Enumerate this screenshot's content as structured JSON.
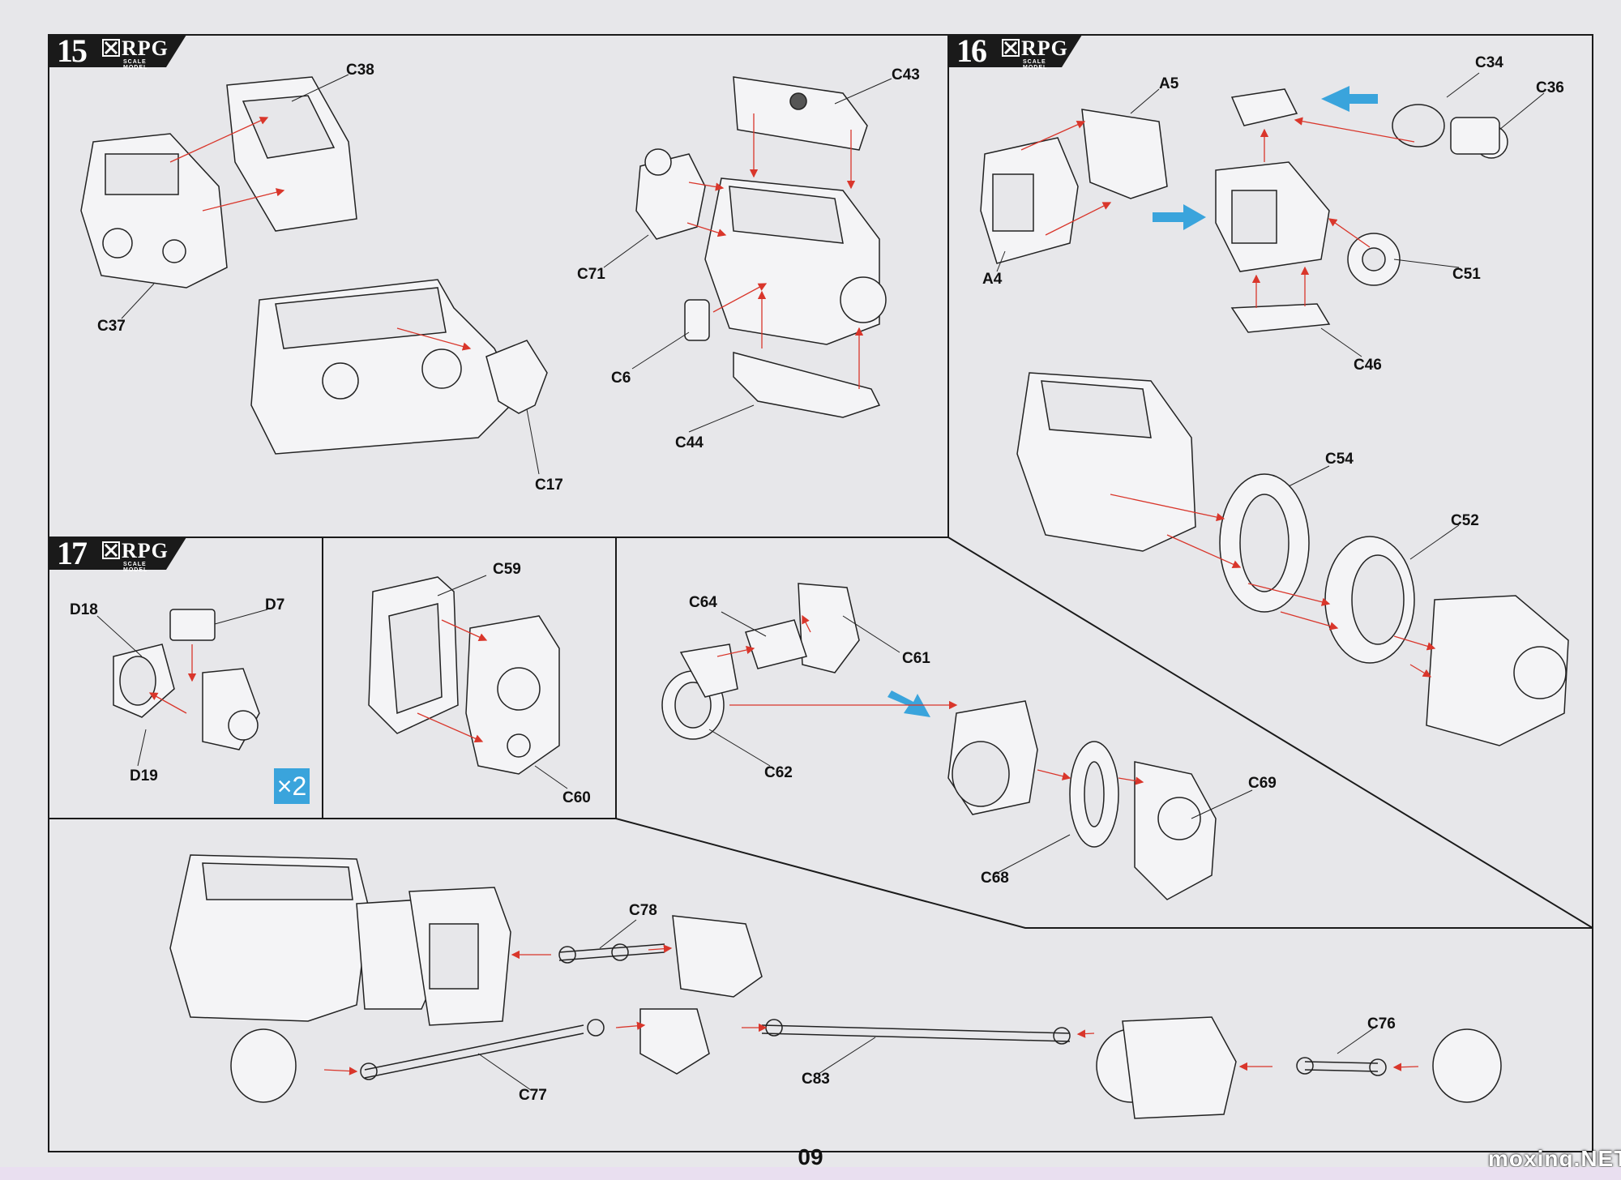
{
  "page": {
    "number": "09",
    "watermark": "moxing.NET"
  },
  "brand": {
    "name": "RPG",
    "subtitle": "SCALE MODEL"
  },
  "steps": [
    {
      "number": "15",
      "parts": [
        "C38",
        "C37",
        "C17",
        "C43",
        "C71",
        "C6",
        "C44"
      ]
    },
    {
      "number": "16",
      "parts": [
        "A5",
        "A4",
        "C34",
        "C36",
        "C51",
        "C46",
        "C54",
        "C52"
      ]
    },
    {
      "number": "17",
      "parts": [
        "D18",
        "D7",
        "D19"
      ],
      "quantity": "×2"
    },
    {
      "number": "",
      "parts": [
        "C59",
        "C60"
      ]
    },
    {
      "number": "",
      "parts": [
        "C64",
        "C61",
        "C62",
        "C68",
        "C69"
      ]
    },
    {
      "number": "",
      "parts": [
        "C78",
        "C76",
        "C77",
        "C83"
      ]
    }
  ],
  "colors": {
    "arrow_red": "#d9362b",
    "arrow_blue": "#3aa4dc",
    "line": "#1a1a1a",
    "panel_bg": "#e7e7ea"
  }
}
